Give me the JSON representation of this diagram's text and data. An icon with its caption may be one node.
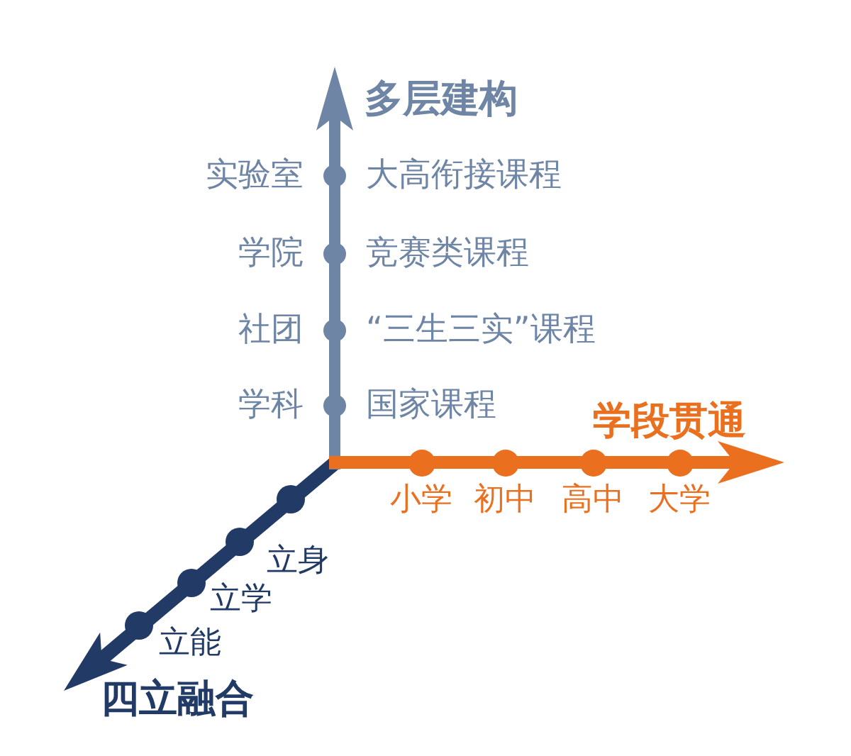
{
  "diagram": {
    "nodes": [
      {
        "text": [],
        "shape": "circle",
        "beside": [
          "实验室",
          "大高衔接课程"
        ]
      },
      {
        "text": [],
        "shape": "circle",
        "beside": [
          "学院",
          "竞赛类课程"
        ]
      },
      {
        "text": [],
        "shape": "circle",
        "beside": [
          "社团",
          "“三生三实”课程"
        ]
      },
      {
        "text": [],
        "shape": "circle",
        "beside": [
          "学科",
          "国家课程"
        ]
      },
      {
        "text": [],
        "shape": "circle",
        "beside": [
          "小学"
        ]
      },
      {
        "text": [],
        "shape": "circle",
        "beside": [
          "初中"
        ]
      },
      {
        "text": [],
        "shape": "circle",
        "beside": [
          "高中"
        ]
      },
      {
        "text": [],
        "shape": "circle",
        "beside": [
          "大学"
        ]
      },
      {
        "text": [],
        "shape": "circle"
      },
      {
        "text": [],
        "shape": "circle",
        "beside": [
          "立身"
        ]
      },
      {
        "text": [],
        "shape": "circle",
        "beside": [
          "立学"
        ]
      },
      {
        "text": [],
        "shape": "circle",
        "beside": [
          "立能"
        ]
      }
    ],
    "labels": [
      "多层建构",
      "学段贯通",
      "四立融合"
    ]
  }
}
